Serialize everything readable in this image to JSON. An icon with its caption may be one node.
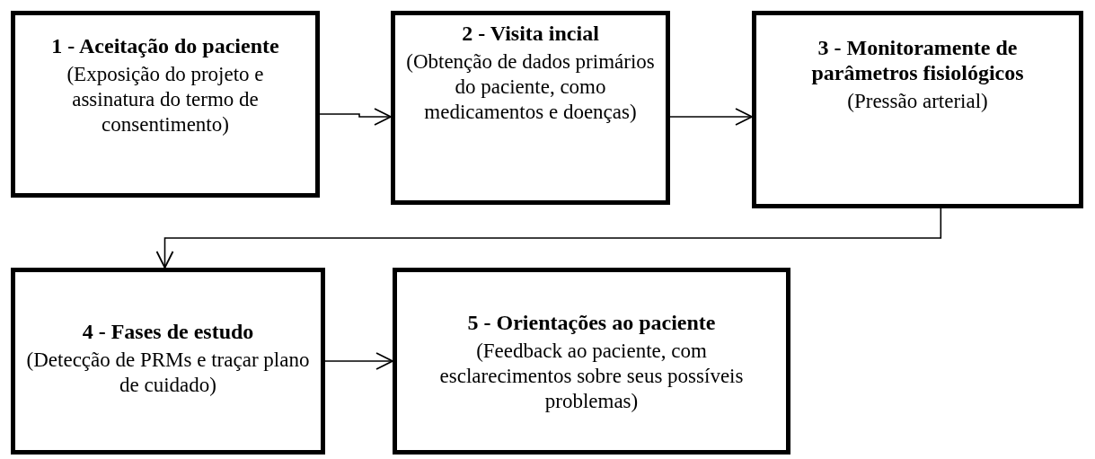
{
  "diagram": {
    "nodes": [
      {
        "text": [
          "1 - Aceitação do paciente",
          "(Exposição do projeto e assinatura do termo de consentimento)"
        ]
      },
      {
        "text": [
          "2 - Visita incial",
          "(Obtenção de dados primários do paciente, como medicamentos e doenças)"
        ]
      },
      {
        "text": [
          "3 - Monitoramente de parâmetros fisiológicos",
          "(Pressão arterial)"
        ]
      },
      {
        "text": [
          "4 - Fases de estudo",
          "(Detecção de PRMs e traçar plano de cuidado)"
        ]
      },
      {
        "text": [
          "5 - Orientações ao paciente",
          "(Feedback ao paciente, com esclarecimentos sobre seus possíveis problemas)"
        ]
      }
    ],
    "edges": [
      {
        "from": 0,
        "to": 1,
        "arrow": "to"
      },
      {
        "from": 1,
        "to": 2,
        "arrow": "to"
      },
      {
        "from": 2,
        "to": 3,
        "arrow": "to"
      },
      {
        "from": 3,
        "to": 4,
        "arrow": "to"
      }
    ]
  }
}
